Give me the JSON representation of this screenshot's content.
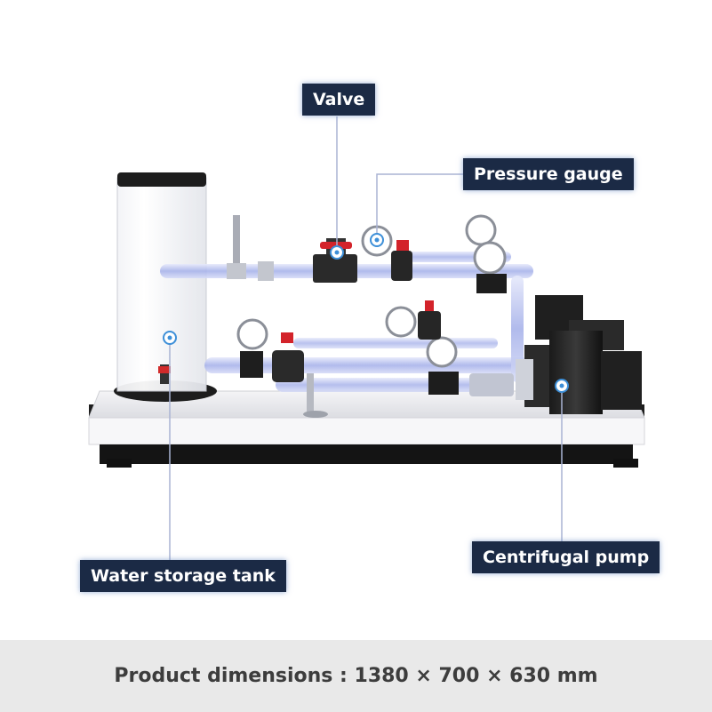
{
  "labels": {
    "valve": "Valve",
    "pressure_gauge": "Pressure gauge",
    "water_storage_tank": "Water storage tank",
    "centrifugal_pump": "Centrifugal pump"
  },
  "footer": {
    "dimensions_text": "Product dimensions : 1380 × 700 × 630 mm"
  },
  "colors": {
    "callout_bg": "#1b2a45",
    "callout_text": "#ffffff",
    "footer_bg": "#e9e9e9",
    "footer_text": "#3d3d3d",
    "pipe": "#b9c2ef"
  }
}
